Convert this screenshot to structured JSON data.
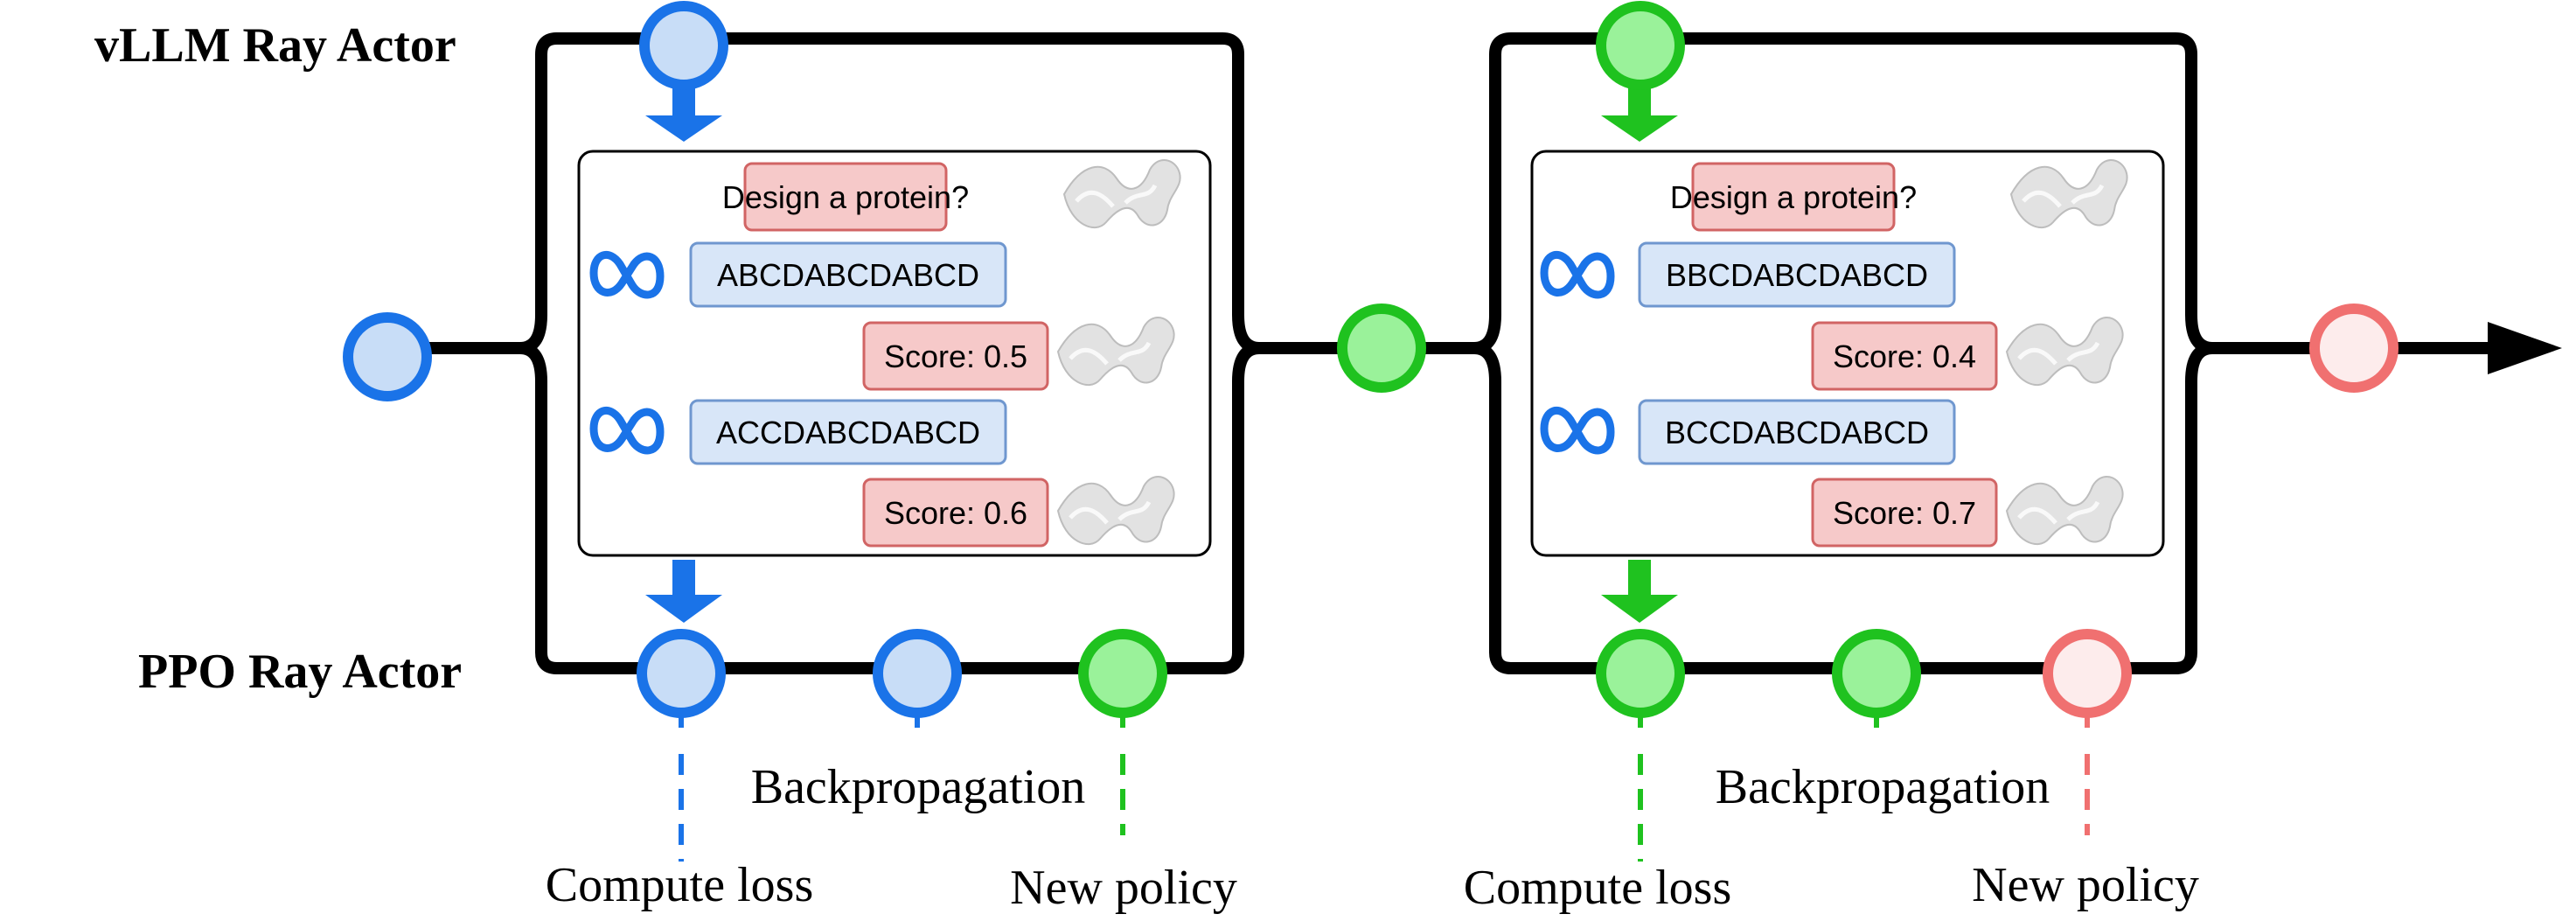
{
  "labels": {
    "vllm_actor": "vLLM Ray Actor",
    "ppo_actor": "PPO Ray Actor"
  },
  "colors": {
    "blue": "#1a73e8",
    "blue_fill": "#c8ddf7",
    "green": "#1fc21f",
    "green_fill": "#9af29a",
    "red": "#f07070",
    "red_fill": "#fdecec",
    "prompt_fill": "#f6c9c9",
    "prompt_stroke": "#d16464",
    "seq_fill": "#d8e6f8",
    "seq_stroke": "#6f97cf"
  },
  "panels": [
    {
      "prompt": "Design a protein?",
      "sequences": [
        "ABCDABCDABCD",
        "ACCDABCDABCD"
      ],
      "scores": [
        "Score: 0.5",
        "Score: 0.6"
      ],
      "backprop": "Backpropagation",
      "compute_loss": "Compute loss",
      "new_policy": "New policy"
    },
    {
      "prompt": "Design a protein?",
      "sequences": [
        "BBCDABCDABCD",
        "BCCDABCDABCD"
      ],
      "scores": [
        "Score: 0.4",
        "Score: 0.7"
      ],
      "backprop": "Backpropagation",
      "compute_loss": "Compute loss",
      "new_policy": "New policy"
    }
  ]
}
